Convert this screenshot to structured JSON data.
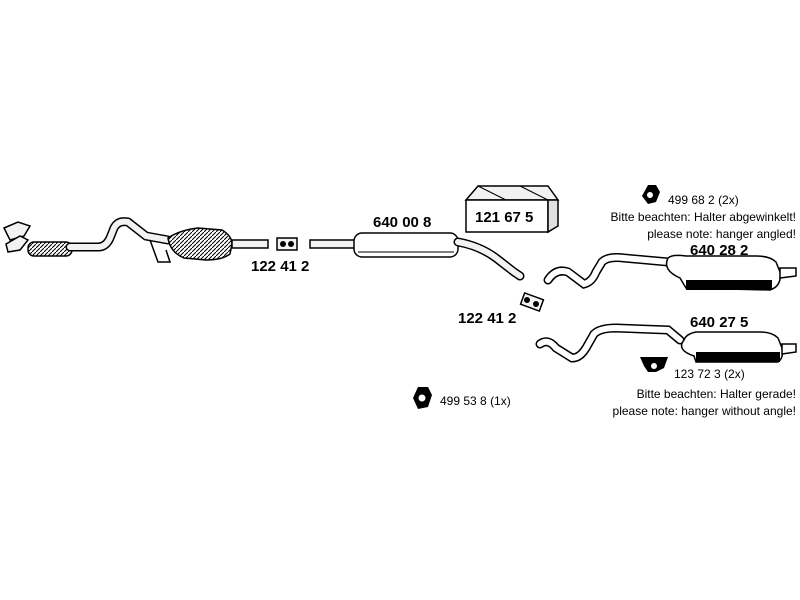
{
  "parts": {
    "front_pipe": "",
    "clamp_left": "122 41 2",
    "center_muffler": "640 00 8",
    "mounting_kit": "121 67 5",
    "clamp_right": "122 41 2",
    "rear_muffler_top": "640 28 2",
    "rear_muffler_bottom": "640 27 5"
  },
  "hangers": {
    "top": {
      "number": "499 68 2",
      "qty": "(2x)"
    },
    "bottom": {
      "number": "123 72 3",
      "qty": "(2x)"
    },
    "single": {
      "number": "499 53 8",
      "qty": "(1x)"
    }
  },
  "notes": {
    "top": {
      "de": "Bitte beachten: Halter abgewinkelt!",
      "en": "please note: hanger angled!"
    },
    "bottom": {
      "de": "Bitte beachten: Halter gerade!",
      "en": "please note: hanger without angle!"
    }
  },
  "colors": {
    "ink": "#000000",
    "part_fill": "#f2f2f2",
    "shade": "#7a7a7a"
  }
}
